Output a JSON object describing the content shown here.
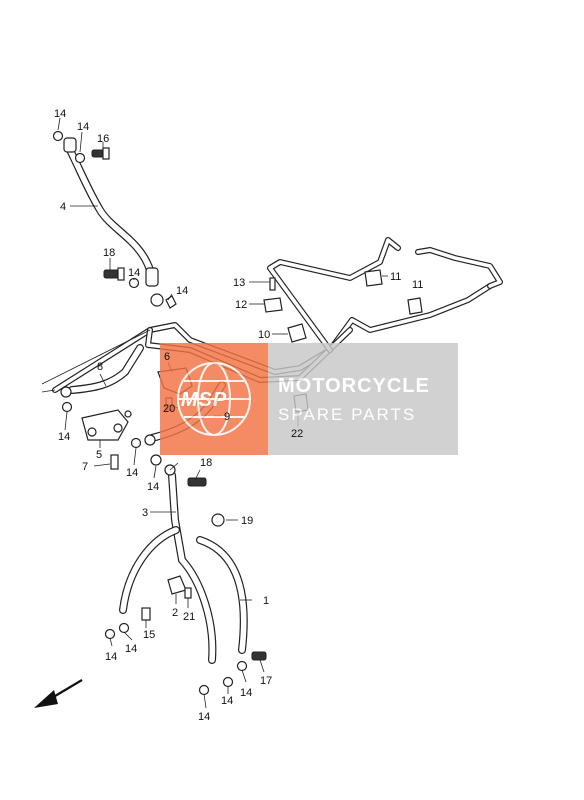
{
  "callouts": [
    {
      "id": "c14a",
      "text": "14"
    },
    {
      "id": "c14b",
      "text": "14"
    },
    {
      "id": "c16",
      "text": "16"
    },
    {
      "id": "c4",
      "text": "4"
    },
    {
      "id": "c18a",
      "text": "18"
    },
    {
      "id": "c14c",
      "text": "14"
    },
    {
      "id": "c14d",
      "text": "14"
    },
    {
      "id": "c13",
      "text": "13"
    },
    {
      "id": "c11a",
      "text": "11"
    },
    {
      "id": "c11b",
      "text": "11"
    },
    {
      "id": "c12",
      "text": "12"
    },
    {
      "id": "c10",
      "text": "10"
    },
    {
      "id": "c8",
      "text": "8"
    },
    {
      "id": "c6",
      "text": "6"
    },
    {
      "id": "c9",
      "text": "9"
    },
    {
      "id": "c20",
      "text": "20"
    },
    {
      "id": "c22",
      "text": "22"
    },
    {
      "id": "c14e",
      "text": "14"
    },
    {
      "id": "c5",
      "text": "5"
    },
    {
      "id": "c7",
      "text": "7"
    },
    {
      "id": "c14f",
      "text": "14"
    },
    {
      "id": "c14g",
      "text": "14"
    },
    {
      "id": "c18b",
      "text": "18"
    },
    {
      "id": "c3",
      "text": "3"
    },
    {
      "id": "c19",
      "text": "19"
    },
    {
      "id": "c1",
      "text": "1"
    },
    {
      "id": "c2",
      "text": "2"
    },
    {
      "id": "c21",
      "text": "21"
    },
    {
      "id": "c15",
      "text": "15"
    },
    {
      "id": "c14h",
      "text": "14"
    },
    {
      "id": "c14i",
      "text": "14"
    },
    {
      "id": "c17",
      "text": "17"
    },
    {
      "id": "c14j",
      "text": "14"
    },
    {
      "id": "c14k",
      "text": "14"
    },
    {
      "id": "c14l",
      "text": "14"
    }
  ],
  "watermark": {
    "title": "MOTORCYCLE",
    "subtitle": "SPARE PARTS",
    "logo_text": "MSP",
    "color": "#ff5a1f"
  },
  "icons": {
    "direction_arrow": "front-direction-arrow-icon"
  }
}
